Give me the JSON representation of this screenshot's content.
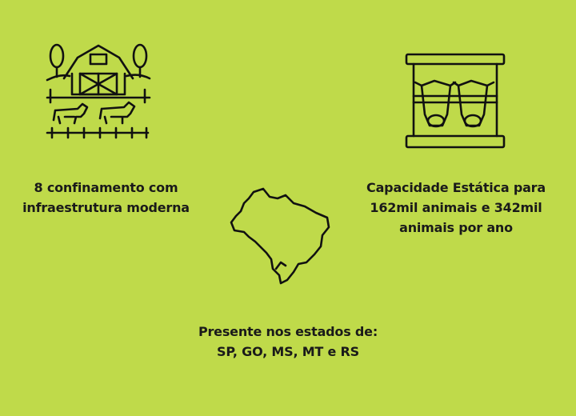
{
  "items": [
    {
      "icon": "farm-icon",
      "lines": [
        "8 confinamento com",
        "infraestrutura moderna"
      ]
    },
    {
      "icon": "cattle-feedlot-icon",
      "lines": [
        "Capacidade Estática para",
        "162mil animais e 342mil",
        "animais por ano"
      ]
    },
    {
      "icon": "brazil-map-icon",
      "lines": [
        "Presente nos estados de:",
        "SP, GO, MS, MT e RS"
      ]
    }
  ],
  "colors": {
    "background": "#bfda4a",
    "ink": "#111111"
  }
}
